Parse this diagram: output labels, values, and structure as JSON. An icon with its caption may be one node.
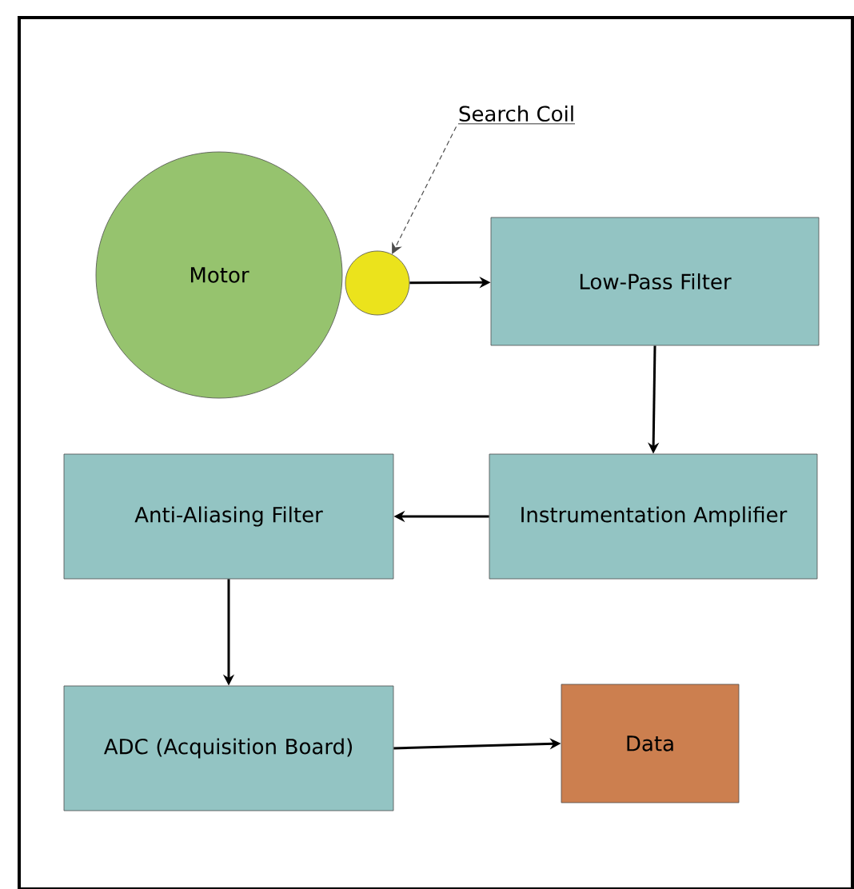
{
  "diagram": {
    "nodes": [
      {
        "text": [
          "Motor"
        ]
      },
      {
        "text": [],
        "shape": "circle"
      },
      {
        "text": [
          "Search Coil"
        ]
      },
      {
        "text": [
          "Low-Pass Filter"
        ]
      },
      {
        "text": [
          "Instrumentation Amplifier"
        ]
      },
      {
        "text": [
          "Anti-Aliasing Filter"
        ]
      },
      {
        "text": [
          "ADC (Acquisition Board)"
        ]
      },
      {
        "text": [
          "Data"
        ]
      }
    ],
    "edges": [
      {
        "from": 2,
        "to": 1,
        "arrow": "to",
        "style": "dashed"
      },
      {
        "from": 1,
        "to": 3,
        "arrow": "to"
      },
      {
        "from": 3,
        "to": 4,
        "arrow": "to"
      },
      {
        "from": 4,
        "to": 5,
        "arrow": "to"
      },
      {
        "from": 5,
        "to": 6,
        "arrow": "to"
      },
      {
        "from": 6,
        "to": 7,
        "arrow": "to"
      }
    ]
  }
}
